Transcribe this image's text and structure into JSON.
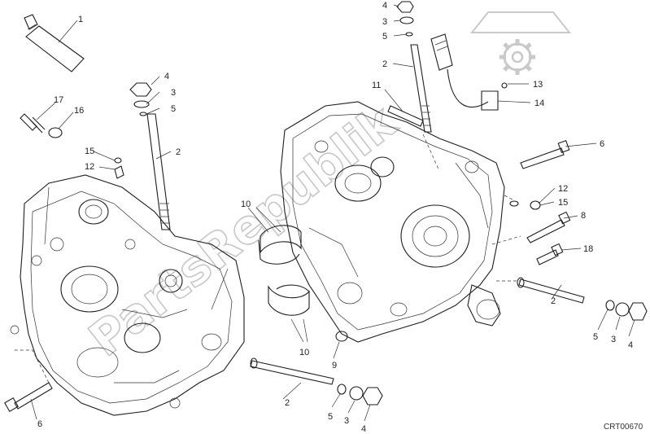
{
  "diagram_code": "CRT00670",
  "watermark": "PartsRepublik",
  "callouts": [
    {
      "id": "c1",
      "label": "1"
    },
    {
      "id": "c2a",
      "label": "2"
    },
    {
      "id": "c2b",
      "label": "2"
    },
    {
      "id": "c2c",
      "label": "2"
    },
    {
      "id": "c2d",
      "label": "2"
    },
    {
      "id": "c3a",
      "label": "3"
    },
    {
      "id": "c3b",
      "label": "3"
    },
    {
      "id": "c3c",
      "label": "3"
    },
    {
      "id": "c3d",
      "label": "3"
    },
    {
      "id": "c4a",
      "label": "4"
    },
    {
      "id": "c4b",
      "label": "4"
    },
    {
      "id": "c4c",
      "label": "4"
    },
    {
      "id": "c4d",
      "label": "4"
    },
    {
      "id": "c5a",
      "label": "5"
    },
    {
      "id": "c5b",
      "label": "5"
    },
    {
      "id": "c5c",
      "label": "5"
    },
    {
      "id": "c5d",
      "label": "5"
    },
    {
      "id": "c6a",
      "label": "6"
    },
    {
      "id": "c6b",
      "label": "6"
    },
    {
      "id": "c8",
      "label": "8"
    },
    {
      "id": "c9",
      "label": "9"
    },
    {
      "id": "c10a",
      "label": "10"
    },
    {
      "id": "c10b",
      "label": "10"
    },
    {
      "id": "c11",
      "label": "11"
    },
    {
      "id": "c12a",
      "label": "12"
    },
    {
      "id": "c12b",
      "label": "12"
    },
    {
      "id": "c13",
      "label": "13"
    },
    {
      "id": "c14",
      "label": "14"
    },
    {
      "id": "c15a",
      "label": "15"
    },
    {
      "id": "c15b",
      "label": "15"
    },
    {
      "id": "c16",
      "label": "16"
    },
    {
      "id": "c17",
      "label": "17"
    },
    {
      "id": "c18",
      "label": "18"
    }
  ]
}
